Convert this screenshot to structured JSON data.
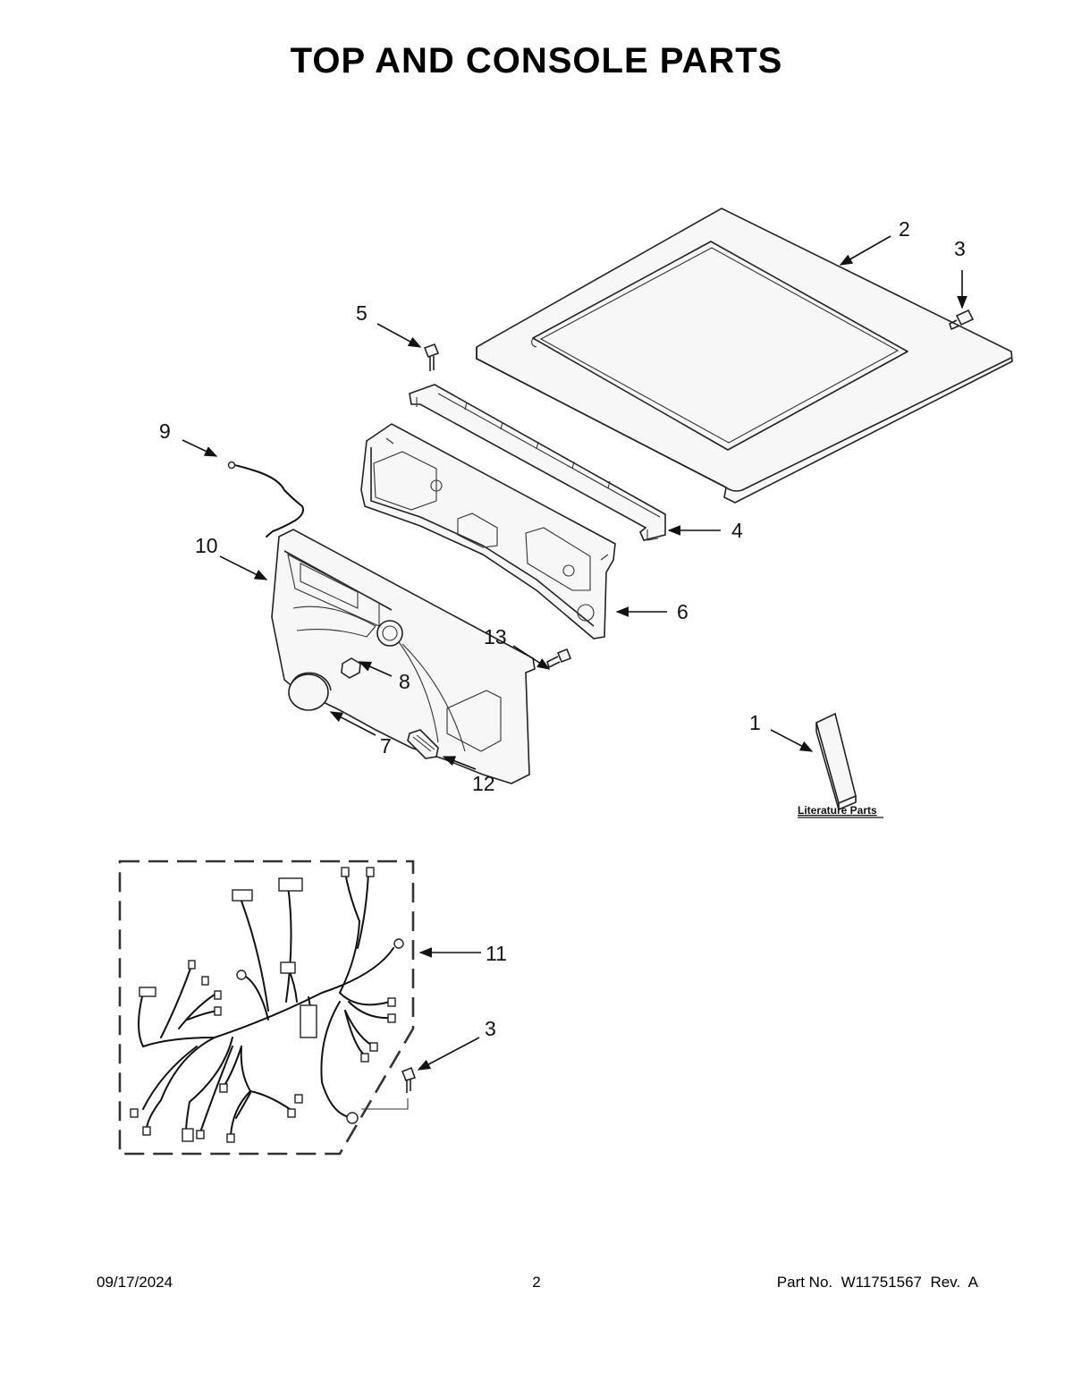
{
  "title": "TOP AND CONSOLE PARTS",
  "callouts": {
    "c1": "1",
    "c2": "2",
    "c3a": "3",
    "c3b": "3",
    "c4": "4",
    "c5": "5",
    "c6": "6",
    "c7": "7",
    "c8": "8",
    "c9": "9",
    "c10": "10",
    "c11": "11",
    "c12": "12",
    "c13": "13"
  },
  "literature_label": "Literature Parts",
  "footer": {
    "date": "09/17/2024",
    "page": "2",
    "part_no": "Part No.  W11751567  Rev.  A"
  }
}
